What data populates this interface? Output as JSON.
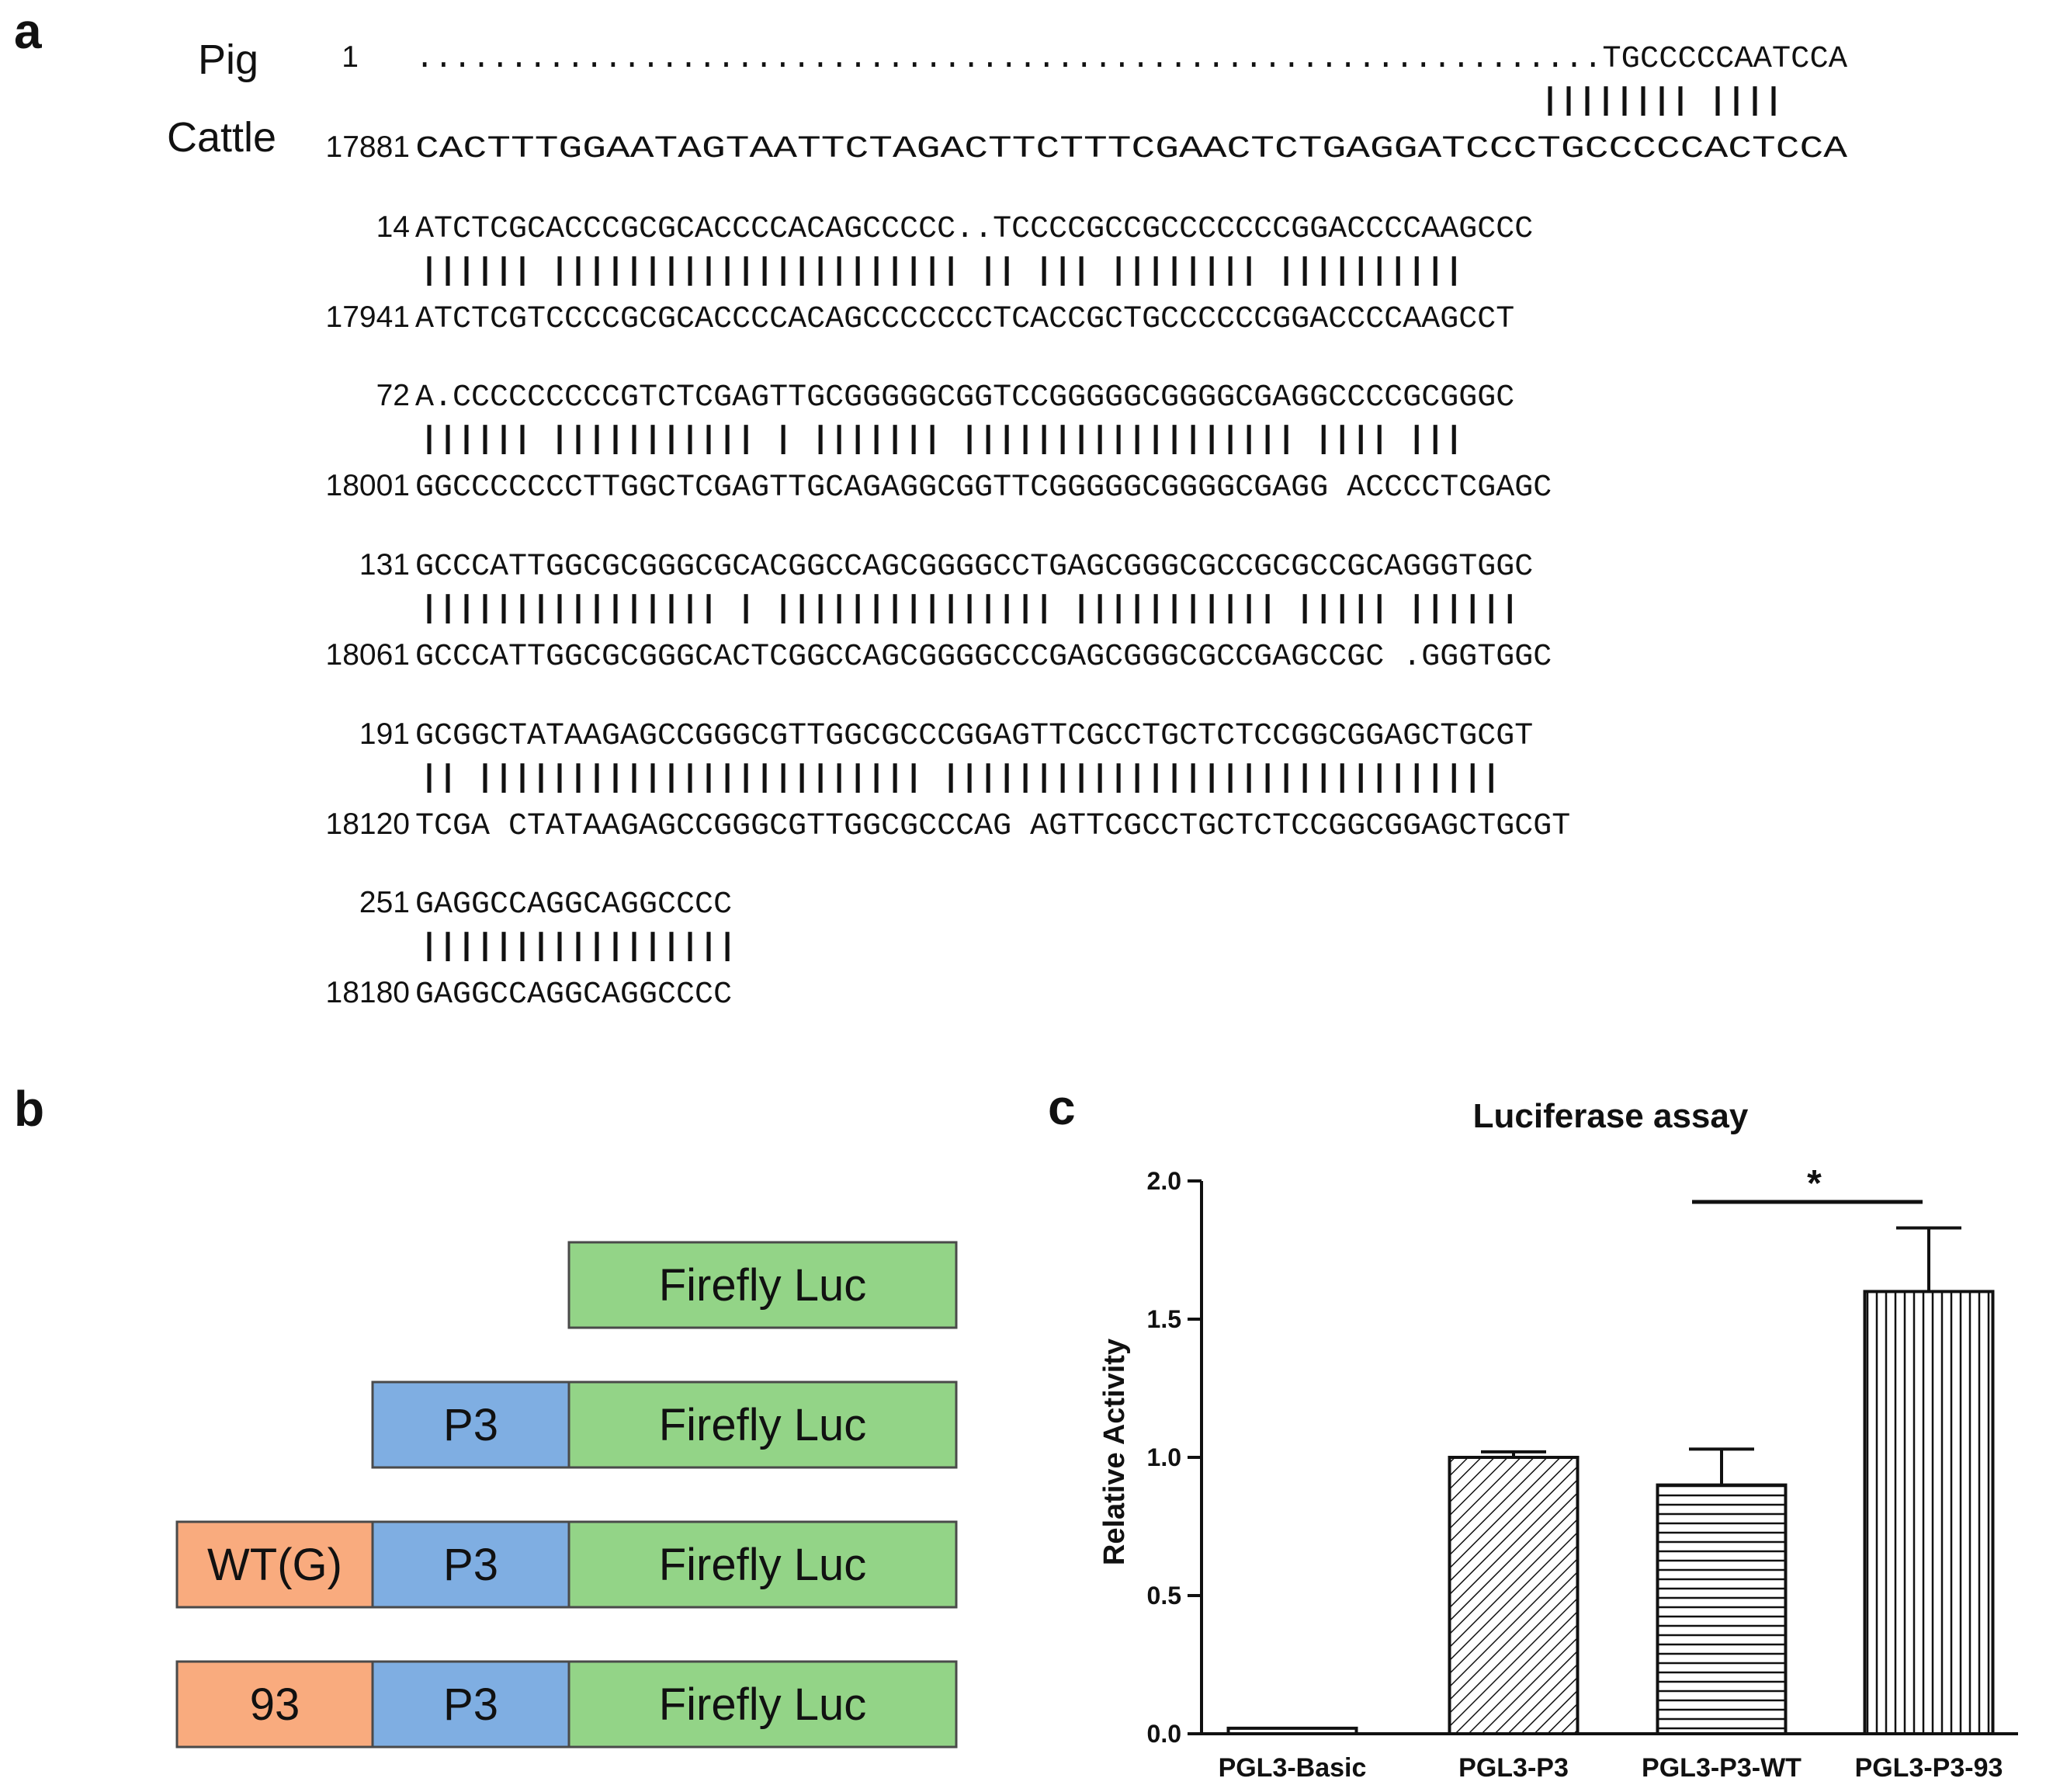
{
  "panels": {
    "a": "a",
    "b": "b",
    "c": "c"
  },
  "alignment": {
    "species": {
      "top": "Pig",
      "bottom": "Cattle"
    },
    "blocks": [
      {
        "top_num": "1",
        "top_seq": "...............................................................TGCCCCCAATCCA",
        "match": "||||||||  ||||",
        "bottom_num": "17881",
        "bottom_seq": "CACTTTGGAATAGTAATTCTAGACTTCTTTCGAACTCTGAGGATCCCTGCCCCCACTCCA"
      },
      {
        "top_num": "14",
        "top_seq": "ATCTCGCACCCGCGCACCCCACAGCCCCC..TCCCCGCCGCCCCCCCGGACCCCAAGCCC",
        "match": "||||||  ||||||||||||||||||||||  || ||| |||||||| ||||||||||",
        "bottom_num": "17941",
        "bottom_seq": "ATCTCGTCCCCGCGCACCCCACAGCCCCCCCTCACCGCTGCCCCCCGGACCCCAAGCCT"
      },
      {
        "top_num": "72",
        "top_seq": "A.CCCCCCCCCGTCTCGAGTTGCGGGGGCGGTCCGGGGGCGGGGCGAGGCCCCGCGGGC",
        "match": "||||||  ||||||||||| | |||||||  ||||||||||||||||||  |||| |||",
        "bottom_num": "18001",
        "bottom_seq": "GGCCCCCCCTTGGCTCGAGTTGCAGAGGCGGTTCGGGGGCGGGGCGAGG ACCCCTCGAGC"
      },
      {
        "top_num": "131",
        "top_seq": "GCCCATTGGCGCGGGCGCACGGCCAGCGGGGCCTGAGCGGGCGCCGCGCCGCAGGGTGGC",
        "match": "||||||||||||||||  | ||||||||||||||| ||||||||||| ||||| ||||||",
        "bottom_num": "18061",
        "bottom_seq": "GCCCATTGGCGCGGGCACTCGGCCAGCGGGGCCCGAGCGGGCGCCGAGCCGC .GGGTGGC"
      },
      {
        "top_num": "191",
        "top_seq": "GCGGCTATAAGAGCCGGGCGTTGGCGCCCGGAGTTCGCCTGCTCTCCGGCGGAGCTGCGT",
        "match": "||  ||||||||||||||||||||||||  ||||||||||||||||||||||||||||||",
        "bottom_num": "18120",
        "bottom_seq": "TCGA CTATAAGAGCCGGGCGTTGGCGCCCAG AGTTCGCCTGCTCTCCGGCGGAGCTGCGT"
      },
      {
        "top_num": "251",
        "top_seq": "GAGGCCAGGCAGGCCCC",
        "match": "|||||||||||||||||",
        "bottom_num": "18180",
        "bottom_seq": "GAGGCCAGGCAGGCCCC"
      }
    ]
  },
  "constructs": {
    "colors": {
      "luc": "#93d487",
      "p3": "#7faee2",
      "insert": "#f9ab7e"
    },
    "rows": [
      {
        "insert": "",
        "promoter": "",
        "reporter": "Firefly Luc"
      },
      {
        "insert": "",
        "promoter": "P3",
        "reporter": "Firefly Luc"
      },
      {
        "insert": "WT(G)",
        "promoter": "P3",
        "reporter": "Firefly Luc"
      },
      {
        "insert": "93",
        "promoter": "P3",
        "reporter": "Firefly Luc"
      }
    ]
  },
  "chart_data": {
    "type": "bar",
    "title": "Luciferase assay",
    "xlabel": "",
    "ylabel": "Relative Activity",
    "categories": [
      "PGL3-Basic",
      "PGL3-P3",
      "PGL3-P3-WT",
      "PGL3-P3-93"
    ],
    "values": [
      0.02,
      1.0,
      0.9,
      1.6
    ],
    "errors": [
      0.0,
      0.02,
      0.13,
      0.23
    ],
    "patterns": [
      "none",
      "diagonal",
      "horizontal",
      "vertical"
    ],
    "ylim": [
      0,
      2.0
    ],
    "yticks": [
      "0.0",
      "0.5",
      "1.0",
      "1.5",
      "2.0"
    ],
    "significance": {
      "from": "PGL3-P3-WT",
      "to": "PGL3-P3-93",
      "label": "*"
    },
    "grid": false,
    "legend": "none"
  }
}
